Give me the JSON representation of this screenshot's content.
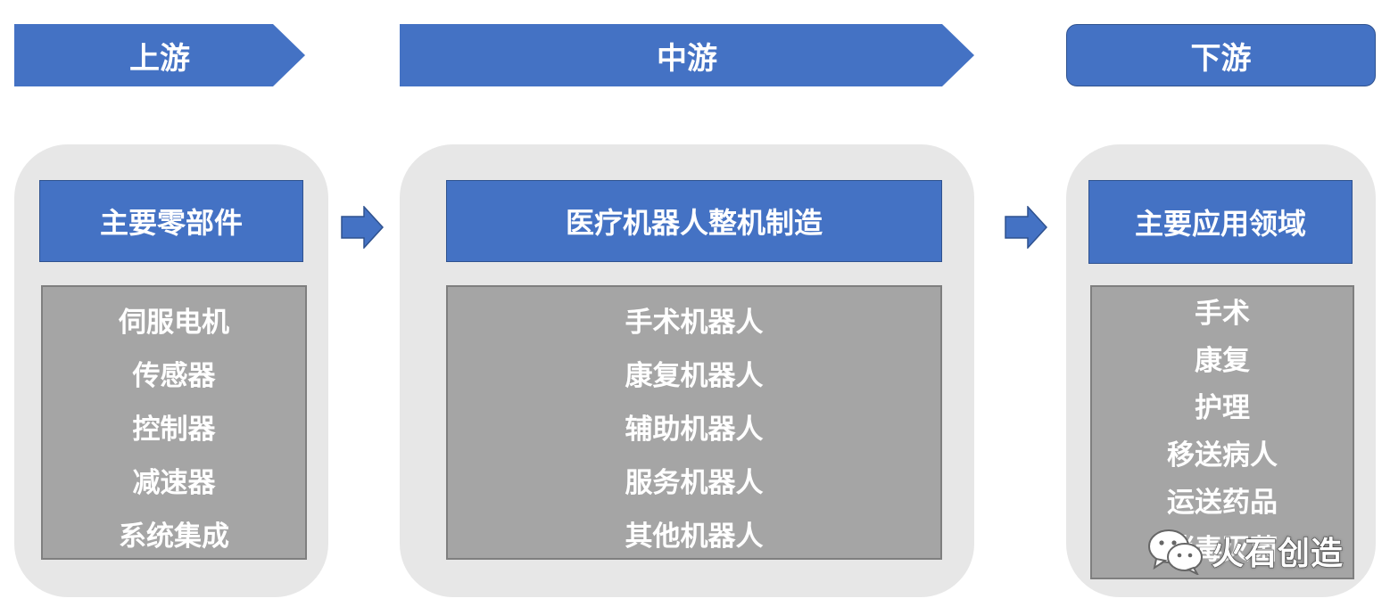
{
  "stages": {
    "upstream": "上游",
    "midstream": "中游",
    "downstream": "下游"
  },
  "columns": {
    "upstream": {
      "header": "主要零部件",
      "items": [
        "伺服电机",
        "传感器",
        "控制器",
        "减速器",
        "系统集成"
      ]
    },
    "midstream": {
      "header": "医疗机器人整机制造",
      "items": [
        "手术机器人",
        "康复机器人",
        "辅助机器人",
        "服务机器人",
        "其他机器人"
      ]
    },
    "downstream": {
      "header": "主要应用领域",
      "items": [
        "手术",
        "康复",
        "护理",
        "移送病人",
        "运送药品",
        "消毒灭菌"
      ]
    }
  },
  "watermark": {
    "text": "火石创造",
    "icon": "wechat-icon"
  },
  "colors": {
    "primary_blue": "#4472c4",
    "blue_border": "#2f528f",
    "panel_gray": "#e7e7e7",
    "list_gray": "#a5a5a5"
  }
}
